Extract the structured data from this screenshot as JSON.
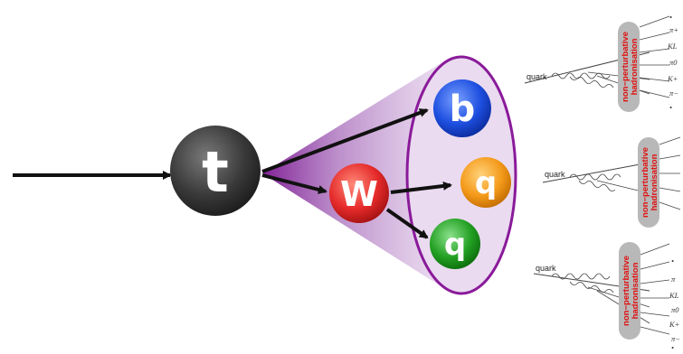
{
  "particles": {
    "top": {
      "label": "t",
      "color": "#3a3a3a"
    },
    "w": {
      "label": "W",
      "color": "#e52a2a"
    },
    "b": {
      "label": "b",
      "color": "#1e4fe0"
    },
    "q1": {
      "label": "q",
      "color": "#f49a1a"
    },
    "q2": {
      "label": "q",
      "color": "#23a023"
    }
  },
  "cone_color": "#8a1a9a",
  "jets": [
    {
      "quark_label": "quark",
      "hadronisation_label_1": "non−perturbative",
      "hadronisation_label_2": "hadronisation",
      "products": [
        "π+",
        "KL",
        "π0",
        "K+",
        "π−"
      ]
    },
    {
      "quark_label": "quark",
      "hadronisation_label_1": "non−perturbative",
      "hadronisation_label_2": "hadronisation",
      "products": []
    },
    {
      "quark_label": "quark",
      "hadronisation_label_1": "non−perturbative",
      "hadronisation_label_2": "hadronisation",
      "products": [
        "π",
        "KL",
        "π0",
        "K+",
        "π−"
      ]
    }
  ]
}
